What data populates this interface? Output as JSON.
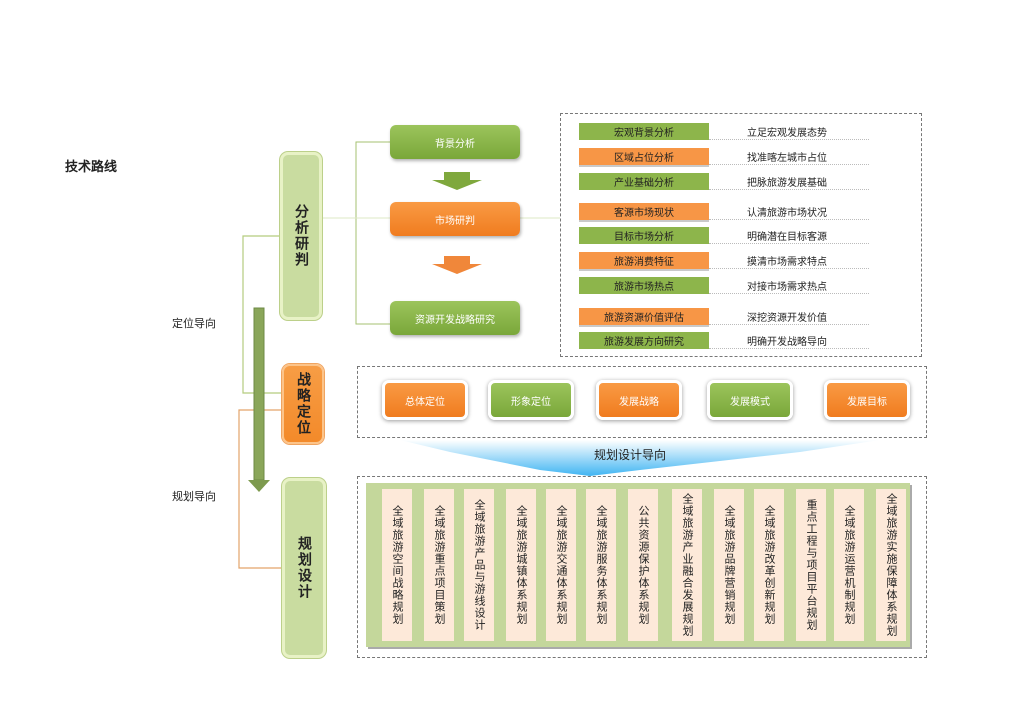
{
  "title": "技术路线",
  "left_labels": {
    "positioning": "定位导向",
    "planning": "规划导向"
  },
  "stages": {
    "analysis": "分析研判",
    "strategy": "战略定位",
    "design": "规划设计"
  },
  "flow": [
    "背景分析",
    "市场研判",
    "资源开发战略研究"
  ],
  "analysis_rows": [
    {
      "tag": "宏观背景分析",
      "desc": "立足宏观发展态势",
      "color": "green"
    },
    {
      "tag": "区域占位分析",
      "desc": "找准喀左城市占位",
      "color": "orange"
    },
    {
      "tag": "产业基础分析",
      "desc": "把脉旅游发展基础",
      "color": "green"
    },
    {
      "tag": "客源市场现状",
      "desc": "认清旅游市场状况",
      "color": "orange"
    },
    {
      "tag": "目标市场分析",
      "desc": "明确潜在目标客源",
      "color": "green"
    },
    {
      "tag": "旅游消费特征",
      "desc": "摸清市场需求特点",
      "color": "orange"
    },
    {
      "tag": "旅游市场热点",
      "desc": "对接市场需求热点",
      "color": "green"
    },
    {
      "tag": "旅游资源价值评估",
      "desc": "深挖资源开发价值",
      "color": "orange"
    },
    {
      "tag": "旅游发展方向研究",
      "desc": "明确开发战略导向",
      "color": "green"
    }
  ],
  "strategy_items": [
    {
      "label": "总体定位",
      "color": "orange"
    },
    {
      "label": "形象定位",
      "color": "green"
    },
    {
      "label": "发展战略",
      "color": "orange"
    },
    {
      "label": "发展模式",
      "color": "green"
    },
    {
      "label": "发展目标",
      "color": "orange"
    }
  ],
  "design_guide": "规划设计导向",
  "design_items": [
    "全域旅游空间战略规划",
    "全域旅游重点项目策划",
    "全域旅游产品与游线设计",
    "全域旅游城镇体系规划",
    "全域旅游交通体系规划",
    "全域旅游服务体系规划",
    "公共资源保护体系规划",
    "全域旅游产业融合发展规划",
    "全域旅游品牌营销规划",
    "全域旅游改革创新规划",
    "重点工程与项目平台规划",
    "全域旅游运营机制规划",
    "全域旅游实施保障体系规划"
  ]
}
